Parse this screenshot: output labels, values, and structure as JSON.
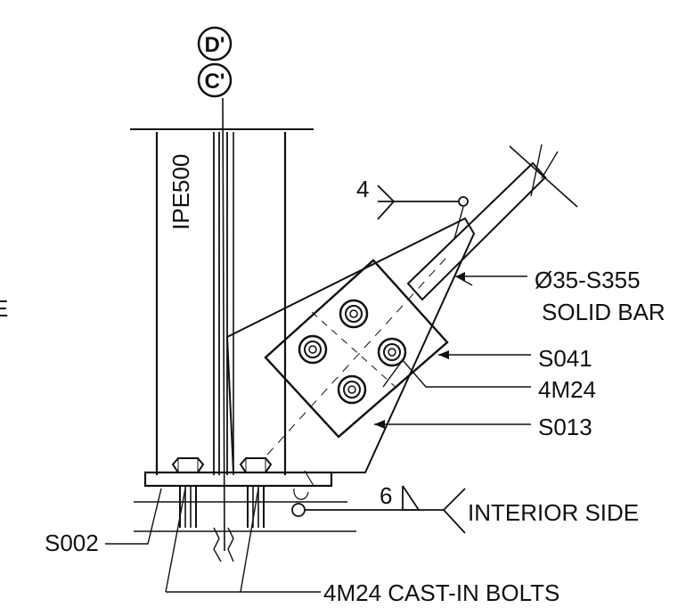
{
  "grid_marks": [
    "D'",
    "C'"
  ],
  "labels": {
    "beam": "IPE500",
    "solid_bar_1": "Ø35-S355",
    "solid_bar_2": "SOLID BAR",
    "plate_s041": "S041",
    "bolts": "4M24",
    "plate_s013": "S013",
    "plate_s002": "S002",
    "interior_side": "INTERIOR SIDE",
    "cast_in_bolts": "4M24 CAST-IN BOLTS",
    "edge_char": "E"
  },
  "welds": {
    "upper_weld_size": "4",
    "lower_weld_size": "6"
  }
}
